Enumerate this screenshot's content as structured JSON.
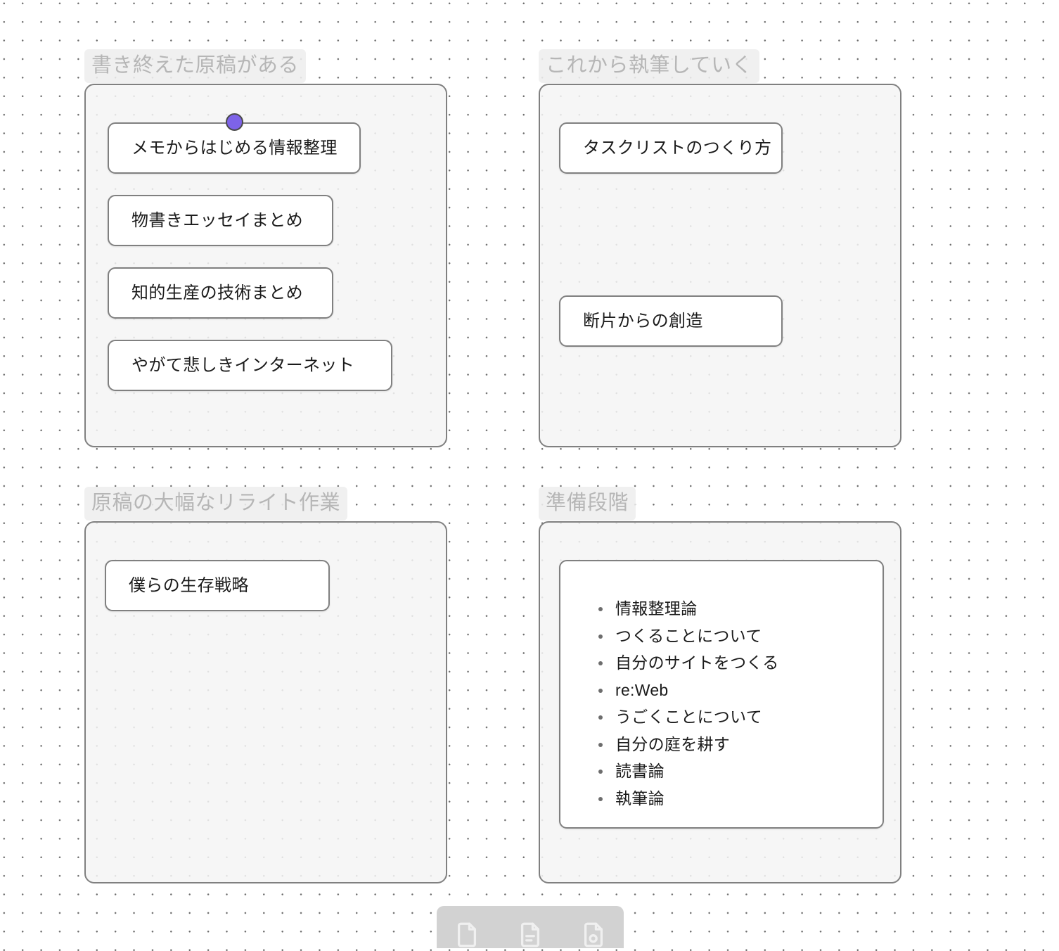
{
  "board": {
    "background": "#ffffff",
    "dot_color": "#6b6b6b",
    "accent_color": "#7d63e8",
    "frame_border_color": "#808080",
    "frame_fill_color": "#f4f4f4",
    "title_text_color": "#b6b6b6",
    "title_chip_color": "#eeeeee"
  },
  "groups": [
    {
      "id": "done",
      "title": "書き終えた原稿がある",
      "cards": [
        {
          "label": "メモからはじめる情報整理",
          "selected": true
        },
        {
          "label": "物書きエッセイまとめ",
          "selected": false
        },
        {
          "label": "知的生産の技術まとめ",
          "selected": false
        },
        {
          "label": "やがて悲しきインターネット",
          "selected": false
        }
      ]
    },
    {
      "id": "upcoming",
      "title": "これから執筆していく",
      "cards": [
        {
          "label": "タスクリストのつくり方",
          "selected": false
        },
        {
          "label": "断片からの創造",
          "selected": false
        }
      ]
    },
    {
      "id": "rewrite",
      "title": "原稿の大幅なリライト作業",
      "cards": [
        {
          "label": "僕らの生存戦略",
          "selected": false
        }
      ]
    },
    {
      "id": "prep",
      "title": "準備段階",
      "list": [
        "情報整理論",
        "つくることについて",
        "自分のサイトをつくる",
        "re:Web",
        "うごくことについて",
        "自分の庭を耕す",
        "読書論",
        "執筆論"
      ]
    }
  ],
  "toolbar": {
    "buttons": [
      {
        "name": "note-tool",
        "icon": "document-icon"
      },
      {
        "name": "text-note-tool",
        "icon": "document-lines-icon"
      },
      {
        "name": "image-note-tool",
        "icon": "document-image-icon"
      }
    ]
  }
}
